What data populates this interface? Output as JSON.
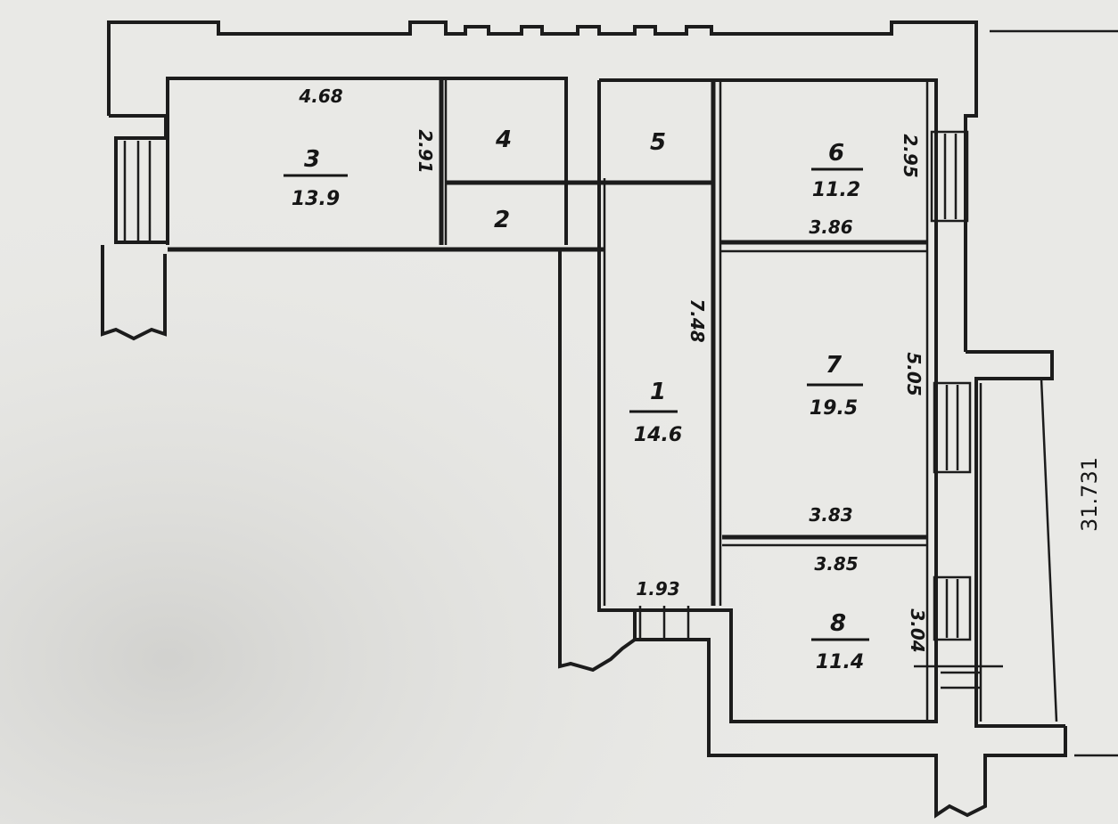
{
  "rooms": [
    {
      "num": "1",
      "area": "14.6"
    },
    {
      "num": "2",
      "area": ""
    },
    {
      "num": "3",
      "area": "13.9"
    },
    {
      "num": "4",
      "area": ""
    },
    {
      "num": "5",
      "area": ""
    },
    {
      "num": "6",
      "area": "11.2"
    },
    {
      "num": "7",
      "area": "19.5"
    },
    {
      "num": "8",
      "area": "11.4"
    }
  ],
  "dimensions": {
    "room3_width": "4.68",
    "room3_height": "2.91",
    "room6_height": "2.95",
    "room6_width": "3.86",
    "corridor_length": "7.48",
    "room7_height": "5.05",
    "room7_width": "3.83",
    "room8_width": "3.85",
    "room8_height": "3.04",
    "corridor_width": "1.93"
  },
  "total_label": "31.731"
}
